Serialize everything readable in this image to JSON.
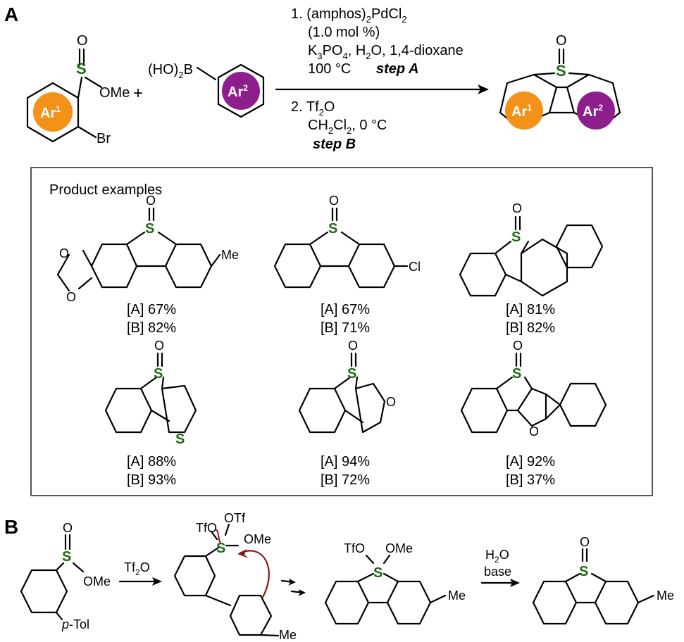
{
  "panel_a": {
    "label": "A",
    "sm_ar1_label": "Ar",
    "sm_ar1_sup": "1",
    "sm_ome": "OMe",
    "sm_br": "Br",
    "sm_o": "O",
    "sm_s": "S",
    "plus": "+",
    "boronic_prefix": "(HO)",
    "boronic_sub": "2",
    "boronic_b": "B",
    "sm_ar2_label": "Ar",
    "sm_ar2_sup": "2",
    "cond1_line1": "1. (amphos)",
    "cond1_line1_sub": "2",
    "cond1_line1_tail": "PdCl",
    "cond1_line1_sub2": "2",
    "cond1_line2": "(1.0 mol %)",
    "cond1_line3_k": "K",
    "cond1_line3_sub1": "3",
    "cond1_line3_po": "PO",
    "cond1_line3_sub2": "4",
    "cond1_line3_h": ", H",
    "cond1_line3_sub3": "2",
    "cond1_line3_tail": "O, 1,4-dioxane",
    "cond1_line4": "100 °C",
    "step_a": "step A",
    "cond2_line1": "2. Tf",
    "cond2_line1_sub": "2",
    "cond2_line1_tail": "O",
    "cond2_line2_ch": "CH",
    "cond2_line2_sub1": "2",
    "cond2_line2_cl": "Cl",
    "cond2_line2_sub2": "2",
    "cond2_line2_tail": ", 0 °C",
    "step_b": "step B",
    "prod_o": "O",
    "prod_s": "S",
    "prod_ar1": "Ar",
    "prod_ar1_sup": "1",
    "prod_ar2": "Ar",
    "prod_ar2_sup": "2",
    "accent_orange": "#f39119",
    "accent_purple": "#8e1e8c",
    "sulfur_green": "#1e6b14",
    "arrow_red": "#8b1a1a"
  },
  "examples": {
    "title": "Product examples",
    "items": [
      {
        "o": "O",
        "s": "S",
        "sub1": "O",
        "sub2": "O",
        "sub3": "Me",
        "yield_a": "[A] 67%",
        "yield_b": "[B] 82%"
      },
      {
        "o": "O",
        "s": "S",
        "sub1": "Cl",
        "yield_a": "[A] 67%",
        "yield_b": "[B] 71%"
      },
      {
        "o": "O",
        "s": "S",
        "yield_a": "[A] 81%",
        "yield_b": "[B] 82%"
      },
      {
        "o": "O",
        "s": "S",
        "sub1": "S",
        "yield_a": "[A] 88%",
        "yield_b": "[B] 93%"
      },
      {
        "o": "O",
        "s": "S",
        "sub1": "O",
        "yield_a": "[A] 94%",
        "yield_b": "[B] 72%"
      },
      {
        "o": "O",
        "s": "S",
        "sub1": "O",
        "yield_a": "[A] 92%",
        "yield_b": "[B] 37%"
      }
    ]
  },
  "panel_b": {
    "label": "B",
    "sm_o": "O",
    "sm_s": "S",
    "sm_ome": "OMe",
    "sm_ptol_p": "p",
    "sm_ptol_tail": "-Tol",
    "reagent_tf": "Tf",
    "reagent_sub": "2",
    "reagent_o": "O",
    "int_otf_top": "OTf",
    "int_tfo": "TfO",
    "int_s": "S",
    "int_ome": "OMe",
    "int_me": "Me",
    "p2_tfo": "TfO",
    "p2_ome": "OMe",
    "p2_s": "S",
    "p2_me": "Me",
    "h2o_h": "H",
    "h2o_sub": "2",
    "h2o_o": "O",
    "base": "base",
    "p3_o": "O",
    "p3_s": "S",
    "p3_me": "Me"
  }
}
